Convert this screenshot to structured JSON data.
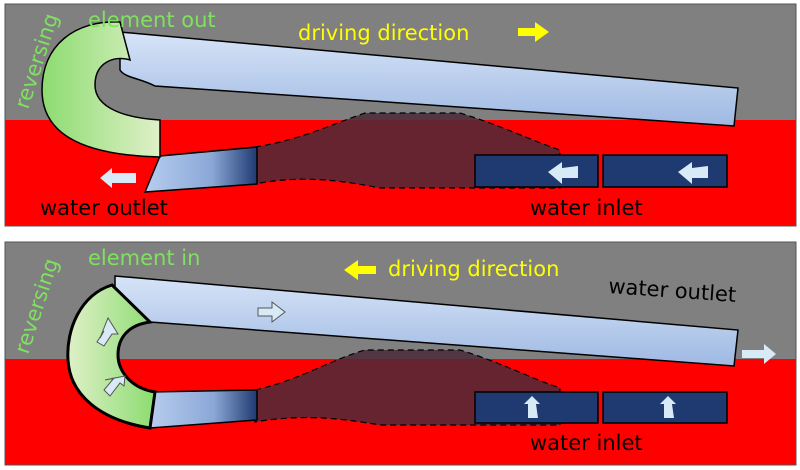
{
  "colors": {
    "background": "#ffffff",
    "air": "#808080",
    "water": "#ff0000",
    "pipe": "#a9c4eb",
    "reversing_element": "#9edc78",
    "inlet_box": "#1f3a70",
    "arrow": "#d8eaf5",
    "direction_arrow": "#ffff00",
    "label_green": "#80e060",
    "label_yellow": "#ffff00"
  },
  "panels": [
    {
      "id": "top",
      "reversing_word": "reversing",
      "element_state": "element out",
      "driving_direction": "driving direction",
      "direction_arrow": "right",
      "water_outlet": "water outlet",
      "water_inlet": "water inlet",
      "icons": [
        "direction-arrow-icon",
        "outlet-arrow-icon",
        "inlet-arrow-icon"
      ]
    },
    {
      "id": "bottom",
      "reversing_word": "reversing",
      "element_state": "element in",
      "driving_direction": "driving direction",
      "direction_arrow": "left",
      "water_outlet": "water outlet",
      "water_inlet": "water inlet",
      "icons": [
        "direction-arrow-icon",
        "flow-arrow-icon",
        "outlet-arrow-icon",
        "inlet-arrow-icon"
      ]
    }
  ]
}
